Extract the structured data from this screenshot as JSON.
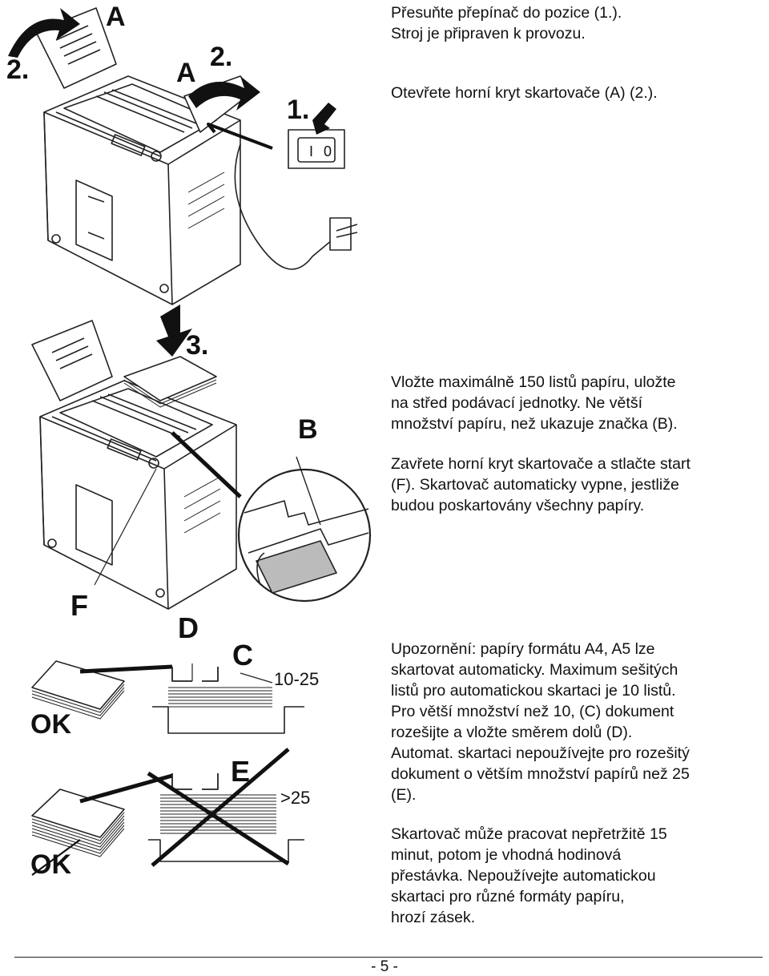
{
  "labels": {
    "step2_top": "2.",
    "label_a_top": "A",
    "label_a_mid": "A",
    "step2_mid": "2.",
    "step1": "1.",
    "step3": "3.",
    "label_b": "B",
    "label_f": "F",
    "label_d": "D",
    "label_c": "C",
    "label_e": "E",
    "range_ok": "10-25",
    "range_bad": ">25",
    "ok": "OK",
    "not_ok": "OK",
    "switch_on": "I",
    "switch_off": "0"
  },
  "paragraphs": {
    "p1": "Přesuňte přepínač do pozice (1.).\nStroj je připraven k provozu.",
    "p2": "Otevřete horní kryt skartovače (A) (2.).",
    "p3": "Vložte maximálně 150 listů papíru, uložte\nna střed podávací jednotky. Ne větší\nmnožství papíru, než ukazuje značka (B).",
    "p4": "Zavřete horní kryt skartovače a stlačte start\n(F). Skartovač automaticky vypne, jestliže\nbudou poskartovány všechny papíry.",
    "p5": "Upozornění: papíry formátu A4, A5 lze\nskartovat automaticky. Maximum sešitých\nlistů pro automatickou skartaci je 10 listů.\nPro větší množství než 10, (C) dokument\nrozešijte a vložte směrem dolů (D).\nAutomat. skartaci nepoužívejte pro rozešitý\ndokument o větším množství papírů než 25\n(E).",
    "p6": "Skartovač může pracovat nepřetržitě 15\nminut, potom je vhodná hodinová\npřestávka. Nepoužívejte automatickou\nskartaci pro různé formáty papíru,\nhrozí zásek."
  },
  "footer": {
    "page_number": "- 5 -"
  }
}
